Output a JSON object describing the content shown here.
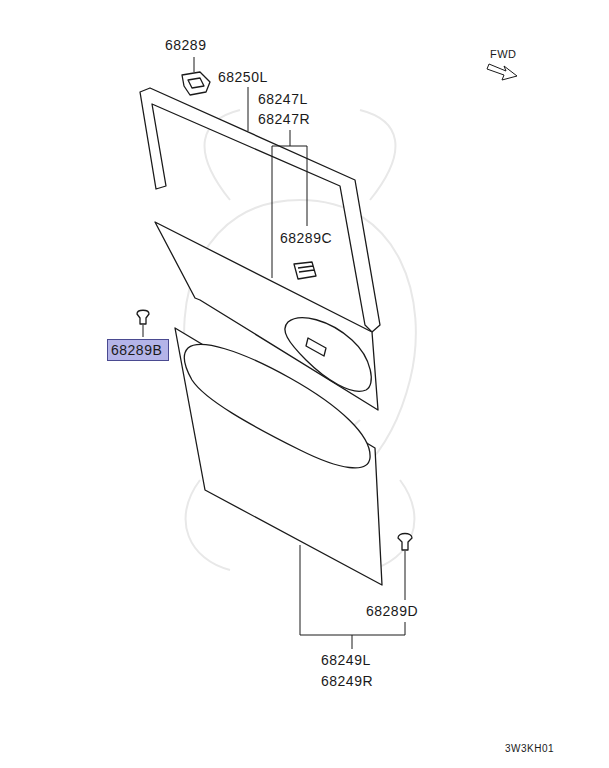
{
  "diagram": {
    "nodes": [
      {
        "text": [
          "68289B"
        ]
      }
    ],
    "edges": [],
    "labels": [
      "68289",
      "68250L",
      "68247L",
      "68247R",
      "68289C",
      "68289D",
      "68249L",
      "68249R",
      "FWD",
      "3W3KH01"
    ]
  }
}
